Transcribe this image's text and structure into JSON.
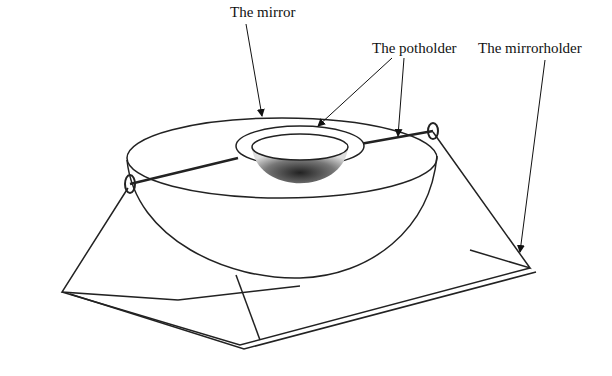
{
  "diagram": {
    "labels": [
      "The mirror",
      "The potholder",
      "The mirrorholder"
    ]
  }
}
